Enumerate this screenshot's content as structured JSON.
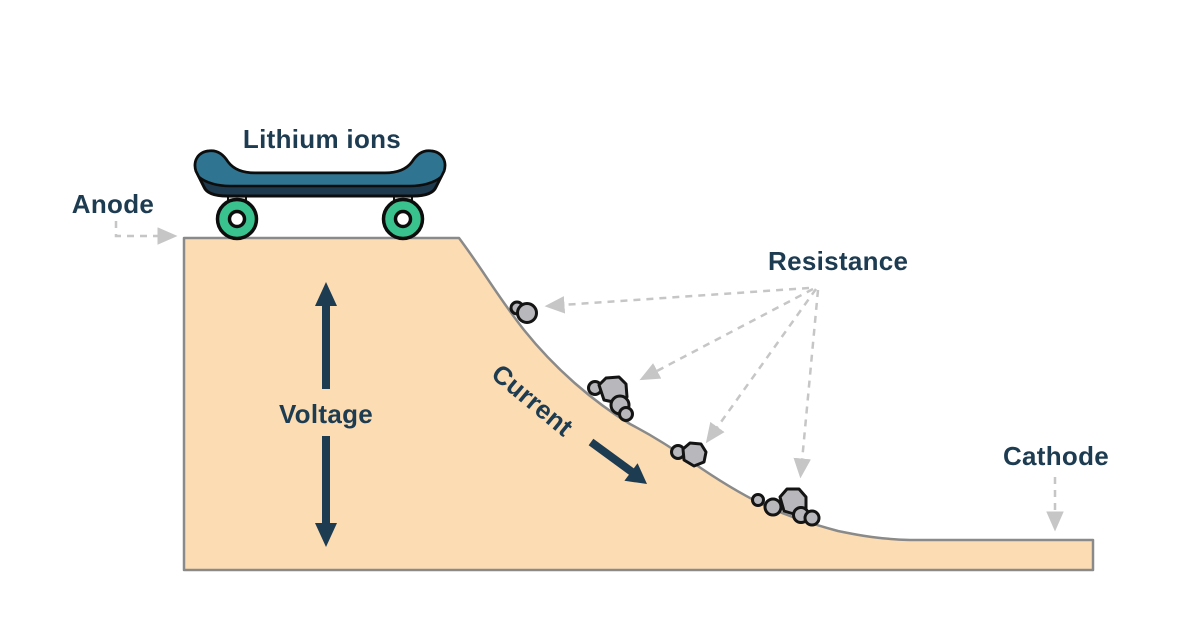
{
  "labels": {
    "lithium_ions": "Lithium ions",
    "anode": "Anode",
    "voltage": "Voltage",
    "current": "Current",
    "resistance": "Resistance",
    "cathode": "Cathode"
  },
  "colors": {
    "background": "#ffffff",
    "ramp_fill": "#fcdcb2",
    "ramp_stroke": "#8a8a8a",
    "text_navy": "#1e3c51",
    "solid_arrow_navy": "#1e3c51",
    "dashed_arrow_gray": "#c6c6c6",
    "rock_fill": "#b8b8bc",
    "rock_stroke": "#141414",
    "deck_top_teal": "#2f7490",
    "deck_bottom_navy": "#1d3a4e",
    "wheel_green": "#3ac28e",
    "wheel_hub_white": "#ffffff",
    "truck_gray": "#cfcec8"
  }
}
